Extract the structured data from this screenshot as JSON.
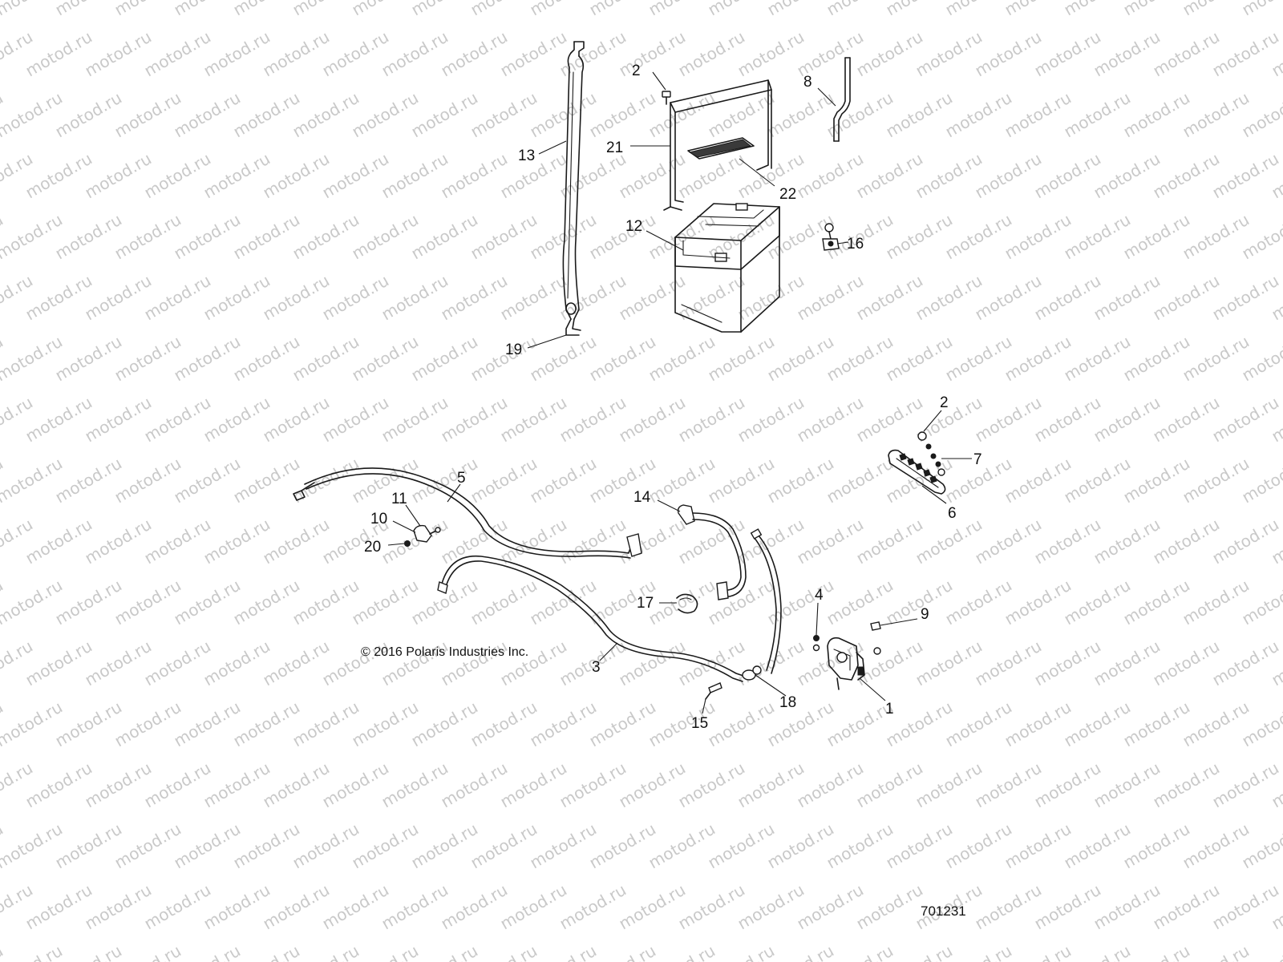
{
  "watermark": {
    "text": "motod.ru",
    "color": "#c9c9c9"
  },
  "copyright": "© 2016 Polaris Industries Inc.",
  "document_number": "701231",
  "callouts": [
    {
      "id": "c2a",
      "label": "2"
    },
    {
      "id": "c8",
      "label": "8"
    },
    {
      "id": "c13",
      "label": "13"
    },
    {
      "id": "c21",
      "label": "21"
    },
    {
      "id": "c22",
      "label": "22"
    },
    {
      "id": "c12",
      "label": "12"
    },
    {
      "id": "c16",
      "label": "16"
    },
    {
      "id": "c19",
      "label": "19"
    },
    {
      "id": "c2b",
      "label": "2"
    },
    {
      "id": "c7",
      "label": "7"
    },
    {
      "id": "c6",
      "label": "6"
    },
    {
      "id": "c5",
      "label": "5"
    },
    {
      "id": "c11",
      "label": "11"
    },
    {
      "id": "c10",
      "label": "10"
    },
    {
      "id": "c20",
      "label": "20"
    },
    {
      "id": "c14",
      "label": "14"
    },
    {
      "id": "c17",
      "label": "17"
    },
    {
      "id": "c4",
      "label": "4"
    },
    {
      "id": "c9",
      "label": "9"
    },
    {
      "id": "c3",
      "label": "3"
    },
    {
      "id": "c18",
      "label": "18"
    },
    {
      "id": "c15",
      "label": "15"
    },
    {
      "id": "c1",
      "label": "1"
    }
  ]
}
